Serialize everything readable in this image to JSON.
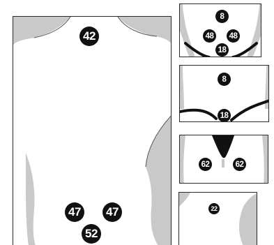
{
  "colors": {
    "outline": "#2a2a2a",
    "shade": "#c9c9c9",
    "marker": "#111111",
    "marker_text": "#ffffff"
  },
  "panels": {
    "back": {
      "points": {
        "upper_back": "42",
        "lower_left": "47",
        "lower_right": "47",
        "sacrum": "52"
      }
    },
    "chest": {
      "points": {
        "top": "8",
        "left": "48",
        "right": "48",
        "bottom": "18"
      }
    },
    "neck": {
      "points": {
        "top": "8",
        "bottom": "18"
      }
    },
    "pelvis": {
      "points": {
        "left": "62",
        "right": "62"
      }
    },
    "shoulder": {
      "points": {
        "center": "22"
      }
    }
  }
}
